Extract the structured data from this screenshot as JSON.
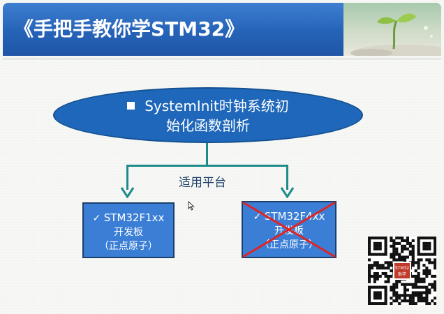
{
  "header": {
    "title": "《手把手教你学STM32》"
  },
  "diagram": {
    "main_lines": [
      "SystemInit时钟系统初",
      "始化函数剖析"
    ],
    "branch_label": "适用平台",
    "left_box": {
      "name": "STM32F1xx",
      "line2": "开发板",
      "line3": "（正点原子）"
    },
    "right_box": {
      "name": "STM32F4xx",
      "line2": "开发板",
      "line3": "（正点原子）"
    },
    "check_mark": "✓"
  },
  "qr": {
    "logo_line1": "STM32",
    "logo_line2": "助学"
  },
  "colors": {
    "title_bar": "#2563b8",
    "ellipse": "#1e67ba",
    "connector": "#1e8a8a",
    "box": "#3b7ed6",
    "cross": "#e02424"
  }
}
